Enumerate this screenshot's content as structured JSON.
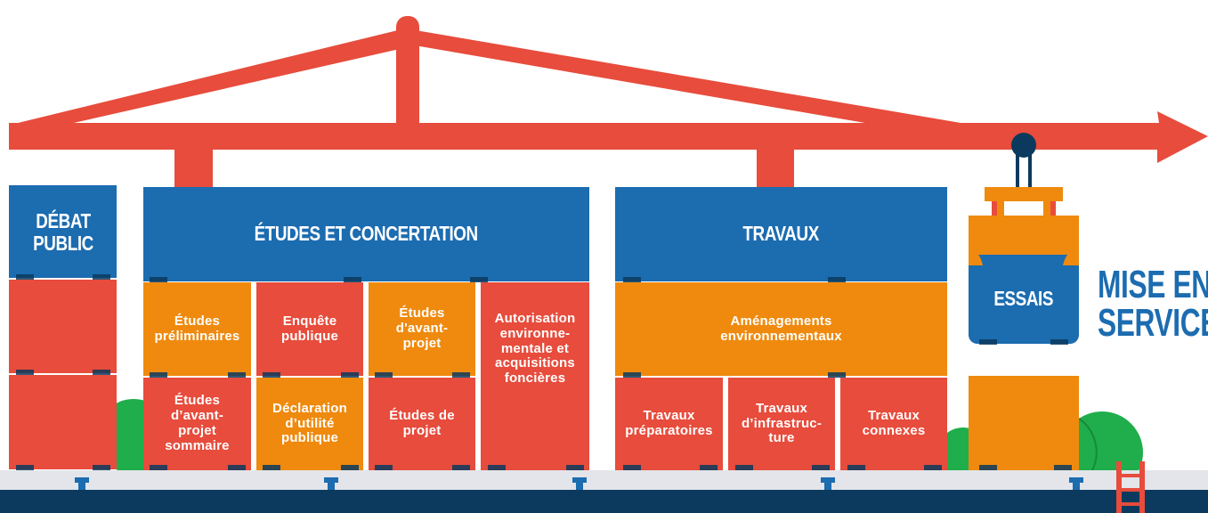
{
  "phases": {
    "debat_public": "DÉBAT PUBLIC",
    "etudes_concertation": "ÉTUDES ET CONCERTATION",
    "travaux": "TRAVAUX",
    "essais": "ESSAIS",
    "mise_en_service_line1": "MISE EN",
    "mise_en_service_line2": "SERVICE"
  },
  "containers": {
    "etudes_preliminaires": "Études préliminaires",
    "enquete_publique": "Enquête publique",
    "etudes_avant_projet": "Études d'avant-projet",
    "autorisation": "Autorisation environne-mentale et acquisitions foncières",
    "etudes_avant_projet_sommaire": "Études d’avant-projet sommaire",
    "declaration_utilite_publique": "Déclaration d’utilité publique",
    "etudes_de_projet": "Études de projet",
    "amenagements": "Aménagements environnementaux",
    "travaux_preparatoires": "Travaux préparatoires",
    "travaux_infrastructure": "Travaux d’infrastruc-ture",
    "travaux_connexes": "Travaux connexes"
  },
  "colors": {
    "blue": "#1c6cb0",
    "red": "#e74c3c",
    "orange": "#ef8a0e",
    "green": "#1fae4b",
    "navy": "#0b3a5e",
    "dock": "#e3e5ea"
  }
}
